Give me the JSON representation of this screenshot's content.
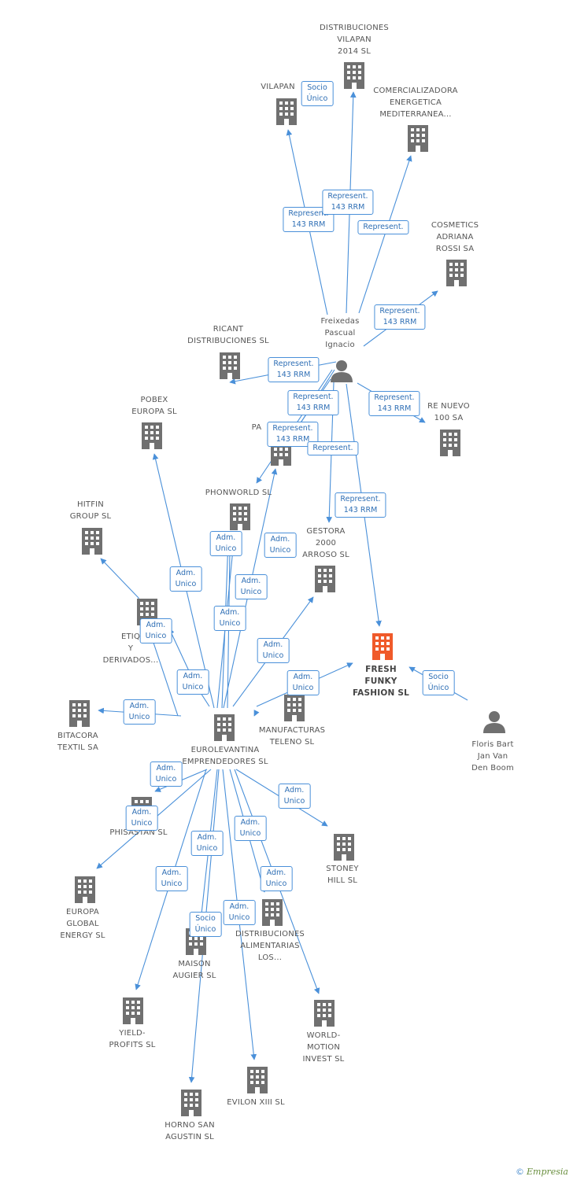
{
  "colors": {
    "company": "#707070",
    "focus": "#f05a2a",
    "person": "#707070",
    "edge": "#4a90d9",
    "label_text": "#2f6fb5"
  },
  "nodes": [
    {
      "id": "distribuciones_vilapan",
      "type": "company",
      "lines": [
        "DISTRIBUCIONES",
        "VILAPAN",
        "2014  SL"
      ]
    },
    {
      "id": "vilapan",
      "type": "company",
      "lines": [
        "VILAPAN"
      ]
    },
    {
      "id": "comercializadora",
      "type": "company",
      "lines": [
        "COMERCIALIZADORA",
        "ENERGETICA",
        "MEDITERRANEA..."
      ]
    },
    {
      "id": "cosmetics",
      "type": "company",
      "lines": [
        "COSMETICS",
        "ADRIANA",
        "ROSSI SA"
      ]
    },
    {
      "id": "freixedas",
      "type": "person",
      "lines": [
        "Freixedas",
        "Pascual",
        "Ignacio"
      ]
    },
    {
      "id": "ricant",
      "type": "company",
      "lines": [
        "RICANT",
        "DISTRIBUCIONES SL"
      ]
    },
    {
      "id": "renuevo",
      "type": "company",
      "lines": [
        "RE NUEVO",
        "100 SA"
      ]
    },
    {
      "id": "pobex",
      "type": "company",
      "lines": [
        "POBEX",
        "EUROPA SL"
      ]
    },
    {
      "id": "pa",
      "type": "company",
      "lines": [
        "PA"
      ]
    },
    {
      "id": "phonworld",
      "type": "company",
      "lines": [
        "PHONWORLD SL"
      ]
    },
    {
      "id": "hitfin",
      "type": "company",
      "lines": [
        "HITFIN",
        "GROUP  SL"
      ]
    },
    {
      "id": "gestora",
      "type": "company",
      "lines": [
        "GESTORA",
        "2000",
        "ARROSO SL"
      ]
    },
    {
      "id": "etiq",
      "type": "company",
      "lines": [
        "ETIQ",
        "Y",
        "DERIVADOS..."
      ]
    },
    {
      "id": "fresh",
      "type": "focus",
      "lines": [
        "FRESH",
        "FUNKY",
        "FASHION SL"
      ]
    },
    {
      "id": "floris",
      "type": "person",
      "lines": [
        "Floris Bart",
        "Jan Van",
        "Den Boom"
      ]
    },
    {
      "id": "bitacora",
      "type": "company",
      "lines": [
        "BITACORA",
        "TEXTIL SA"
      ]
    },
    {
      "id": "eurolevantina",
      "type": "company",
      "lines": [
        "EUROLEVANTINA",
        "EMPRENDEDORES SL"
      ]
    },
    {
      "id": "manufacturas",
      "type": "company",
      "lines": [
        "MANUFACTURAS",
        "TELENO SL"
      ]
    },
    {
      "id": "phisastan",
      "type": "company",
      "lines": [
        "PHISASTAN  SL"
      ]
    },
    {
      "id": "stoney",
      "type": "company",
      "lines": [
        "STONEY",
        "HILL SL"
      ]
    },
    {
      "id": "europa_global",
      "type": "company",
      "lines": [
        "EUROPA",
        "GLOBAL",
        "ENERGY  SL"
      ]
    },
    {
      "id": "distribuciones_alimentarias",
      "type": "company",
      "lines": [
        "DISTRIBUCIONES",
        "ALIMENTARIAS",
        "LOS..."
      ]
    },
    {
      "id": "maison",
      "type": "company",
      "lines": [
        "MAISON",
        "AUGIER  SL"
      ]
    },
    {
      "id": "yield",
      "type": "company",
      "lines": [
        "YIELD-",
        "PROFITS SL"
      ]
    },
    {
      "id": "world_motion",
      "type": "company",
      "lines": [
        "WORLD-",
        "MOTION",
        "INVEST  SL"
      ]
    },
    {
      "id": "horno",
      "type": "company",
      "lines": [
        "HORNO SAN",
        "AGUSTIN  SL"
      ]
    },
    {
      "id": "evilon",
      "type": "company",
      "lines": [
        "EVILON XIII  SL"
      ]
    }
  ],
  "edge_labels": [
    {
      "id": "l_socio_vilapan",
      "lines": [
        "Socio",
        "Único"
      ]
    },
    {
      "id": "l_rep_vilapan",
      "lines": [
        "Represent.",
        "143 RRM"
      ]
    },
    {
      "id": "l_rep_dv",
      "lines": [
        "Represent.",
        "143 RRM"
      ]
    },
    {
      "id": "l_rep_com",
      "lines": [
        "Represent."
      ]
    },
    {
      "id": "l_rep_cos",
      "lines": [
        "Represent.",
        "143 RRM"
      ]
    },
    {
      "id": "l_rep_ricant",
      "lines": [
        "Represent.",
        "143 RRM"
      ]
    },
    {
      "id": "l_rep_renuevo",
      "lines": [
        "Represent.",
        "143 RRM"
      ]
    },
    {
      "id": "l_rep_pa1",
      "lines": [
        "Represent.",
        "143 RRM"
      ]
    },
    {
      "id": "l_rep_pa2",
      "lines": [
        "Represent.",
        "143 RRM"
      ]
    },
    {
      "id": "l_rep_phon",
      "lines": [
        "Represent."
      ]
    },
    {
      "id": "l_rep_fresh",
      "lines": [
        "Represent.",
        "143 RRM"
      ]
    },
    {
      "id": "l_socio_fresh",
      "lines": [
        "Socio",
        "Único"
      ]
    },
    {
      "id": "l_adm_phon",
      "lines": [
        "Adm.",
        "Unico"
      ]
    },
    {
      "id": "l_adm_pa",
      "lines": [
        "Adm.",
        "Unico"
      ]
    },
    {
      "id": "l_adm_pobex",
      "lines": [
        "Adm.",
        "Unico"
      ]
    },
    {
      "id": "l_adm_x1",
      "lines": [
        "Adm.",
        "Unico"
      ]
    },
    {
      "id": "l_adm_x2",
      "lines": [
        "Adm.",
        "Unico"
      ]
    },
    {
      "id": "l_adm_hitfin",
      "lines": [
        "Adm.",
        "Unico"
      ]
    },
    {
      "id": "l_adm_gestora",
      "lines": [
        "Adm.",
        "Unico"
      ]
    },
    {
      "id": "l_adm_etiq",
      "lines": [
        "Adm.",
        "Unico"
      ]
    },
    {
      "id": "l_adm_fresh",
      "lines": [
        "Adm.",
        "Unico"
      ]
    },
    {
      "id": "l_adm_bitacora",
      "lines": [
        "Adm.",
        "Unico"
      ]
    },
    {
      "id": "l_adm_phis1",
      "lines": [
        "Adm.",
        "Unico"
      ]
    },
    {
      "id": "l_adm_phis2",
      "lines": [
        "Adm.",
        "Unico"
      ]
    },
    {
      "id": "l_adm_stoney",
      "lines": [
        "Adm.",
        "Unico"
      ]
    },
    {
      "id": "l_adm_maison",
      "lines": [
        "Adm.",
        "Unico"
      ]
    },
    {
      "id": "l_adm_da",
      "lines": [
        "Adm.",
        "Unico"
      ]
    },
    {
      "id": "l_adm_yield",
      "lines": [
        "Adm.",
        "Unico"
      ]
    },
    {
      "id": "l_adm_world",
      "lines": [
        "Adm.",
        "Unico"
      ]
    },
    {
      "id": "l_adm_evilon",
      "lines": [
        "Adm.",
        "Unico"
      ]
    },
    {
      "id": "l_socio_horno",
      "lines": [
        "Socio",
        "Único"
      ]
    }
  ],
  "footer": {
    "copyright": "©",
    "brand": "Empresia"
  }
}
